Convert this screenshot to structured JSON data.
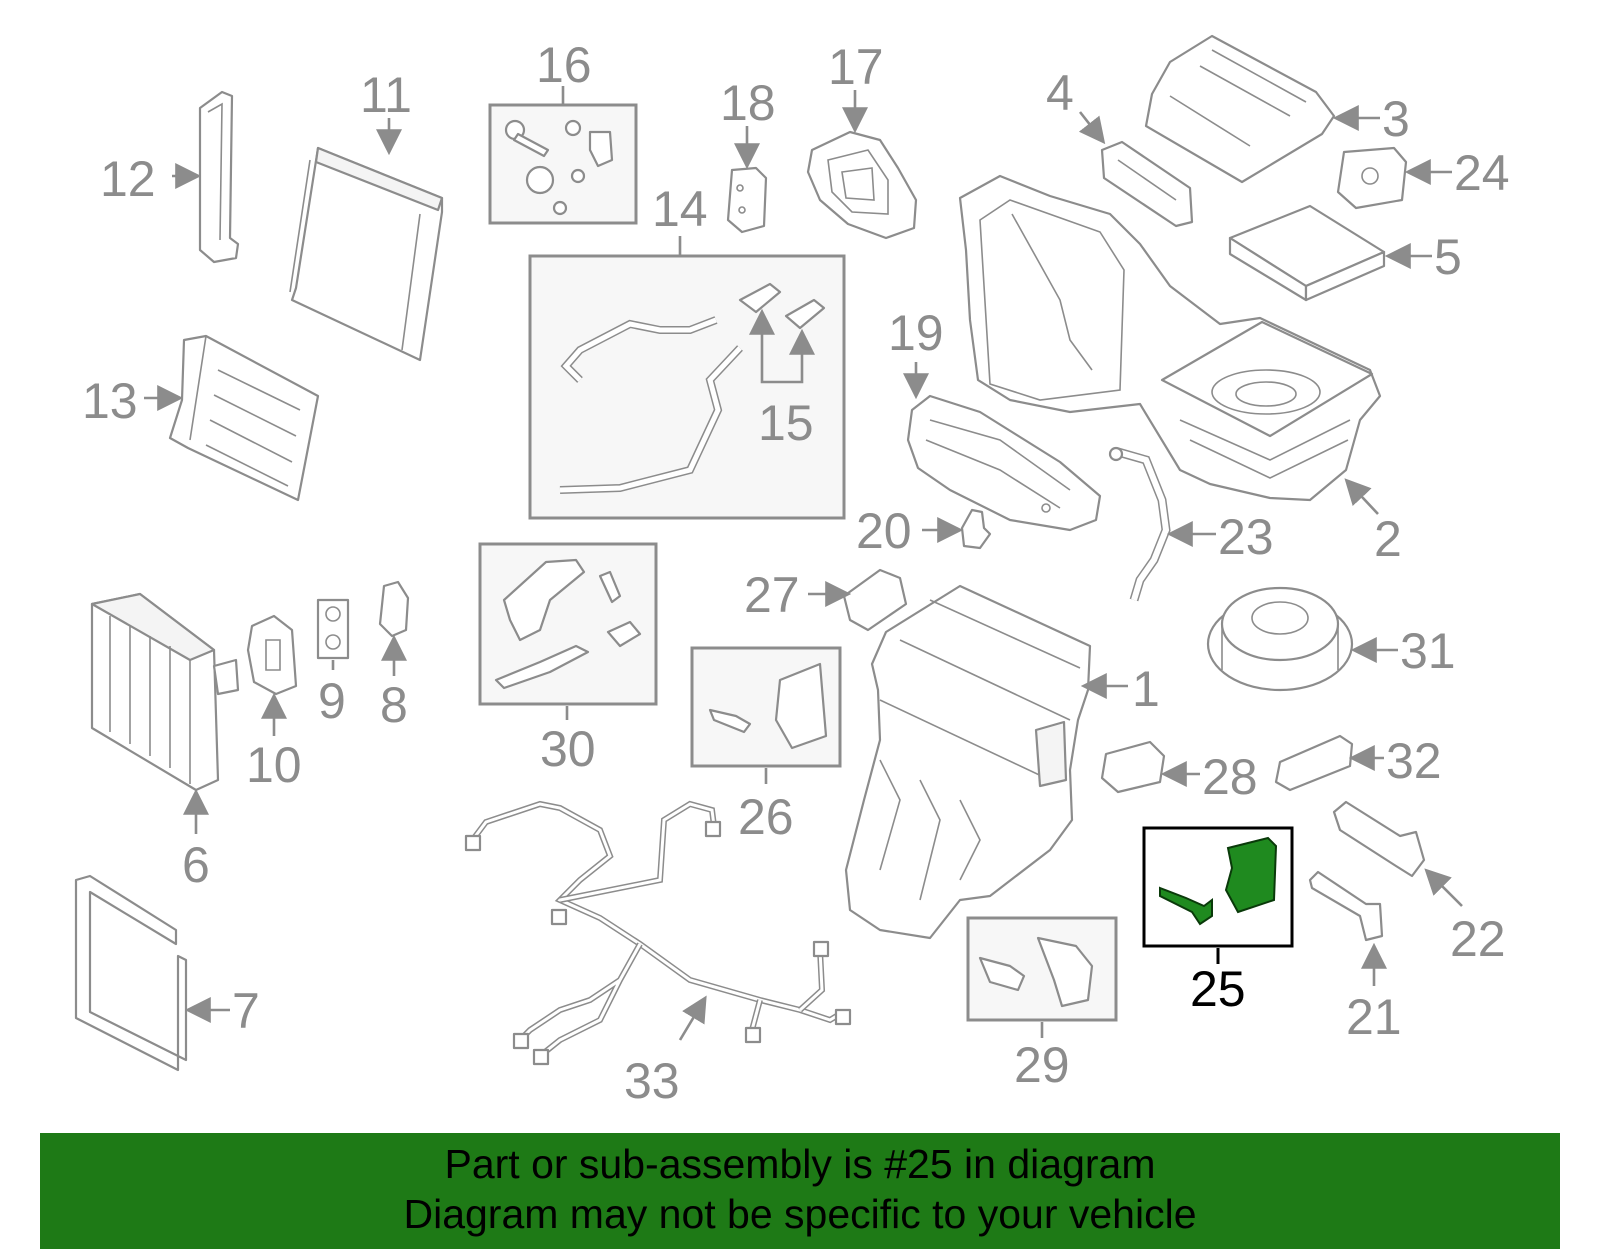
{
  "callouts": {
    "c1": "1",
    "c2": "2",
    "c3": "3",
    "c4": "4",
    "c5": "5",
    "c6": "6",
    "c7": "7",
    "c8": "8",
    "c9": "9",
    "c10": "10",
    "c11": "11",
    "c12": "12",
    "c13": "13",
    "c14": "14",
    "c15": "15",
    "c16": "16",
    "c17": "17",
    "c18": "18",
    "c19": "19",
    "c20": "20",
    "c21": "21",
    "c22": "22",
    "c23": "23",
    "c24": "24",
    "c25": "25",
    "c26": "26",
    "c27": "27",
    "c28": "28",
    "c29": "29",
    "c30": "30",
    "c31": "31",
    "c32": "32",
    "c33": "33"
  },
  "highlight": {
    "part_number": "25",
    "color": "#1f8a1f"
  },
  "banner": {
    "line1": "Part or sub-assembly is #25 in diagram",
    "line2": "Diagram may not be specific to your vehicle",
    "color": "#1e7a16"
  }
}
